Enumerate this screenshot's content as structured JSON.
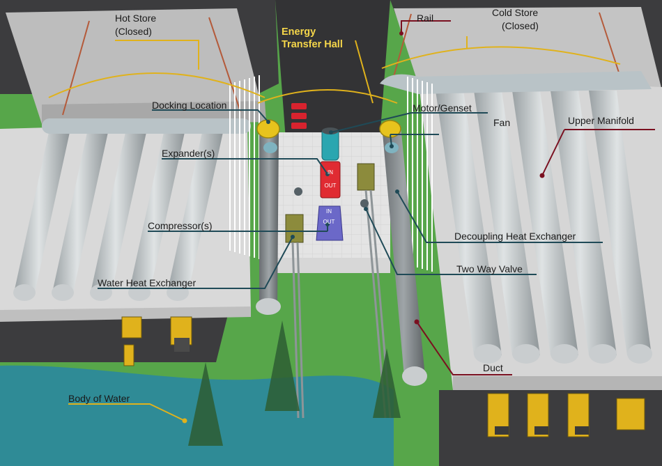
{
  "labels": {
    "hot_store": "Hot Store",
    "hot_store_status": "(Closed)",
    "energy_transfer_hall_line1": "Energy",
    "energy_transfer_hall_line2": "Transfer Hall",
    "rail": "Rail",
    "cold_store": "Cold Store",
    "cold_store_status": "(Closed)",
    "docking_location": "Docking Location",
    "motor_genset": "Motor/Genset",
    "fan": "Fan",
    "upper_manifold": "Upper Manifold",
    "expanders": "Expander(s)",
    "compressors": "Compressor(s)",
    "decoupling_heat_exchanger": "Decoupling Heat Exchanger",
    "two_way_valve": "Two Way Valve",
    "water_heat_exchanger": "Water Heat Exchanger",
    "duct": "Duct",
    "body_of_water": "Body of Water",
    "machine_in_top": "IN",
    "machine_out_top": "OUT",
    "machine_in_bottom": "IN",
    "machine_out_bottom": "OUT"
  },
  "colors": {
    "leader_gold": "#e0b21c",
    "leader_teal": "#1f4a57",
    "leader_red": "#7a1020",
    "grass": "#57a64a",
    "water": "#2f8b96",
    "pavement": "#3c3c3e",
    "store_roof": "#cfcfcf",
    "tube": "#c2c7c9",
    "highlight_text": "#f5d64a"
  }
}
